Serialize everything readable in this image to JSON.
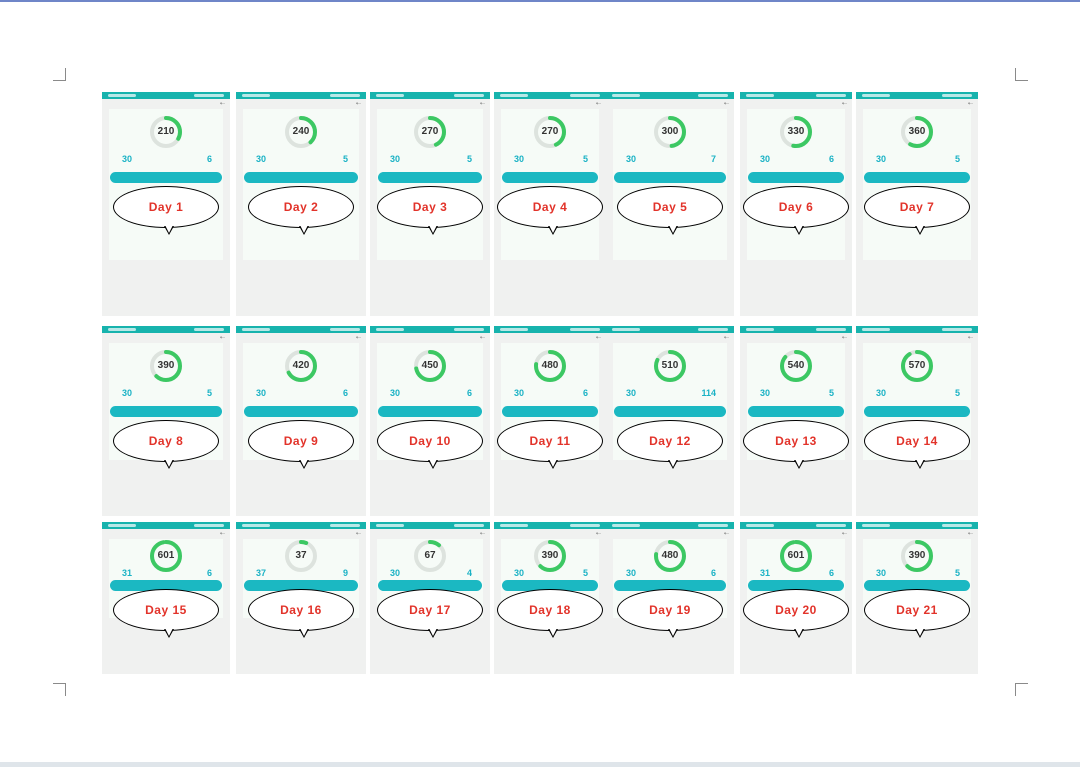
{
  "colors": {
    "accent": "#1bb8c2",
    "ring": "#3cc863",
    "ring_bg": "#dde3de",
    "bubble_text": "#e2332a"
  },
  "screens": [
    {
      "value": "210",
      "stat_left": "30",
      "stat_right": "6",
      "day": "Day 1",
      "progress": 0.33
    },
    {
      "value": "240",
      "stat_left": "30",
      "stat_right": "5",
      "day": "Day 2",
      "progress": 0.38
    },
    {
      "value": "270",
      "stat_left": "30",
      "stat_right": "5",
      "day": "Day 3",
      "progress": 0.43
    },
    {
      "value": "270",
      "stat_left": "30",
      "stat_right": "5",
      "day": "Day 4",
      "progress": 0.43
    },
    {
      "value": "300",
      "stat_left": "30",
      "stat_right": "7",
      "day": "Day 5",
      "progress": 0.48
    },
    {
      "value": "330",
      "stat_left": "30",
      "stat_right": "6",
      "day": "Day 6",
      "progress": 0.53
    },
    {
      "value": "360",
      "stat_left": "30",
      "stat_right": "5",
      "day": "Day 7",
      "progress": 0.58
    },
    {
      "value": "390",
      "stat_left": "30",
      "stat_right": "5",
      "day": "Day 8",
      "progress": 0.62
    },
    {
      "value": "420",
      "stat_left": "30",
      "stat_right": "6",
      "day": "Day 9",
      "progress": 0.67
    },
    {
      "value": "450",
      "stat_left": "30",
      "stat_right": "6",
      "day": "Day 10",
      "progress": 0.72
    },
    {
      "value": "480",
      "stat_left": "30",
      "stat_right": "6",
      "day": "Day 11",
      "progress": 0.77
    },
    {
      "value": "510",
      "stat_left": "30",
      "stat_right": "114",
      "day": "Day 12",
      "progress": 0.82
    },
    {
      "value": "540",
      "stat_left": "30",
      "stat_right": "5",
      "day": "Day 13",
      "progress": 0.86
    },
    {
      "value": "570",
      "stat_left": "30",
      "stat_right": "5",
      "day": "Day 14",
      "progress": 0.91
    },
    {
      "value": "601",
      "stat_left": "31",
      "stat_right": "6",
      "day": "Day 15",
      "progress": 0.97
    },
    {
      "value": "37",
      "stat_left": "37",
      "stat_right": "9",
      "day": "Day 16",
      "progress": 0.06
    },
    {
      "value": "67",
      "stat_left": "30",
      "stat_right": "4",
      "day": "Day 17",
      "progress": 0.11
    },
    {
      "value": "390",
      "stat_left": "30",
      "stat_right": "5",
      "day": "Day 18",
      "progress": 0.62
    },
    {
      "value": "480",
      "stat_left": "30",
      "stat_right": "6",
      "day": "Day 19",
      "progress": 0.77
    },
    {
      "value": "601",
      "stat_left": "31",
      "stat_right": "6",
      "day": "Day 20",
      "progress": 0.97
    },
    {
      "value": "390",
      "stat_left": "30",
      "stat_right": "5",
      "day": "Day 21",
      "progress": 0.62
    }
  ]
}
